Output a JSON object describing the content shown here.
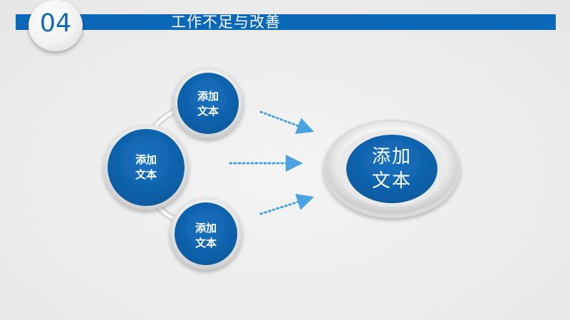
{
  "header": {
    "number": "04",
    "title": "工作不足与改善",
    "accent_color": "#0b68b8"
  },
  "diagram": {
    "node_top": {
      "line1": "添加",
      "line2": "文本"
    },
    "node_left": {
      "line1": "添加",
      "line2": "文本"
    },
    "node_bottom": {
      "line1": "添加",
      "line2": "文本"
    },
    "node_target": {
      "line1": "添加",
      "line2": "文本"
    },
    "arrow_color": "#4aa3e0",
    "node_color": "#0f62aa"
  }
}
